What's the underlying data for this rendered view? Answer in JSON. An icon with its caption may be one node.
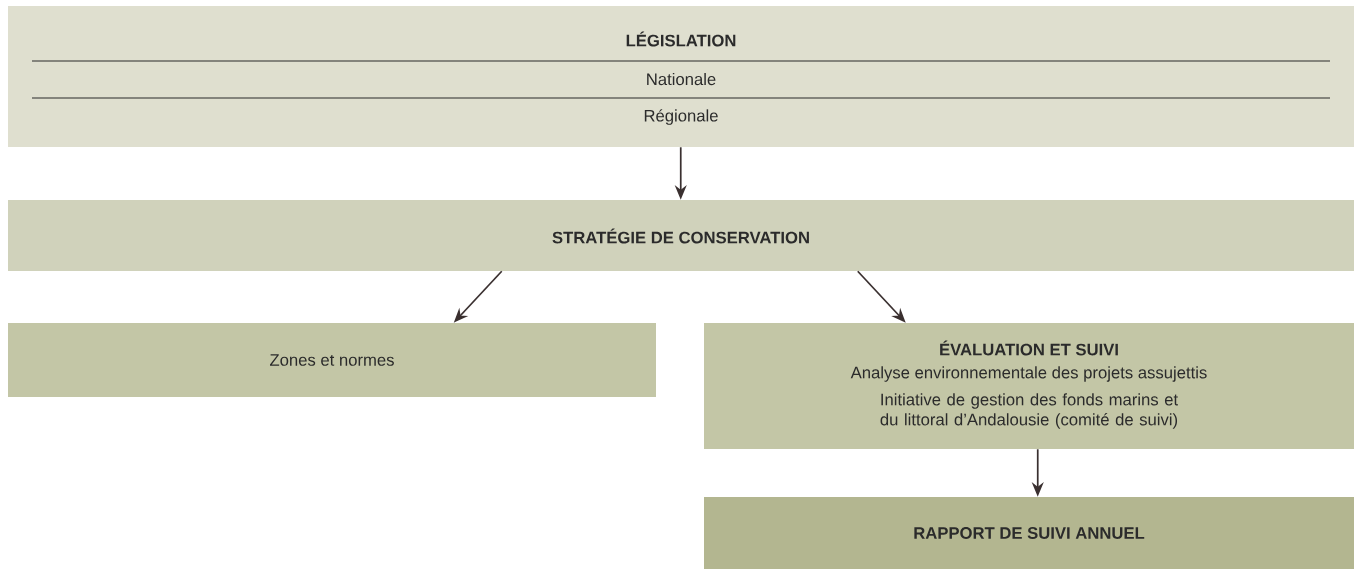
{
  "diagram": {
    "nodes": [
      {
        "text": [
          "LÉGISLATION",
          "Nationale",
          "Régionale"
        ]
      },
      {
        "text": [
          "STRATÉGIE DE CONSERVATION"
        ]
      },
      {
        "text": [
          "Zones et normes"
        ]
      },
      {
        "text": [
          "ÉVALUATION ET SUIVI",
          "Analyse environnementale des projets assujettis",
          "Initiative de gestion des fonds marins et du littoral d’Andalousie (comité de suivi)"
        ]
      },
      {
        "text": [
          "RAPPORT DE SUIVI ANNUEL"
        ]
      }
    ],
    "edges": [
      {
        "from": 0,
        "to": 1,
        "arrow": "to"
      },
      {
        "from": 1,
        "to": 2,
        "arrow": "to"
      },
      {
        "from": 1,
        "to": 3,
        "arrow": "to"
      },
      {
        "from": 3,
        "to": 4,
        "arrow": "to"
      }
    ]
  }
}
